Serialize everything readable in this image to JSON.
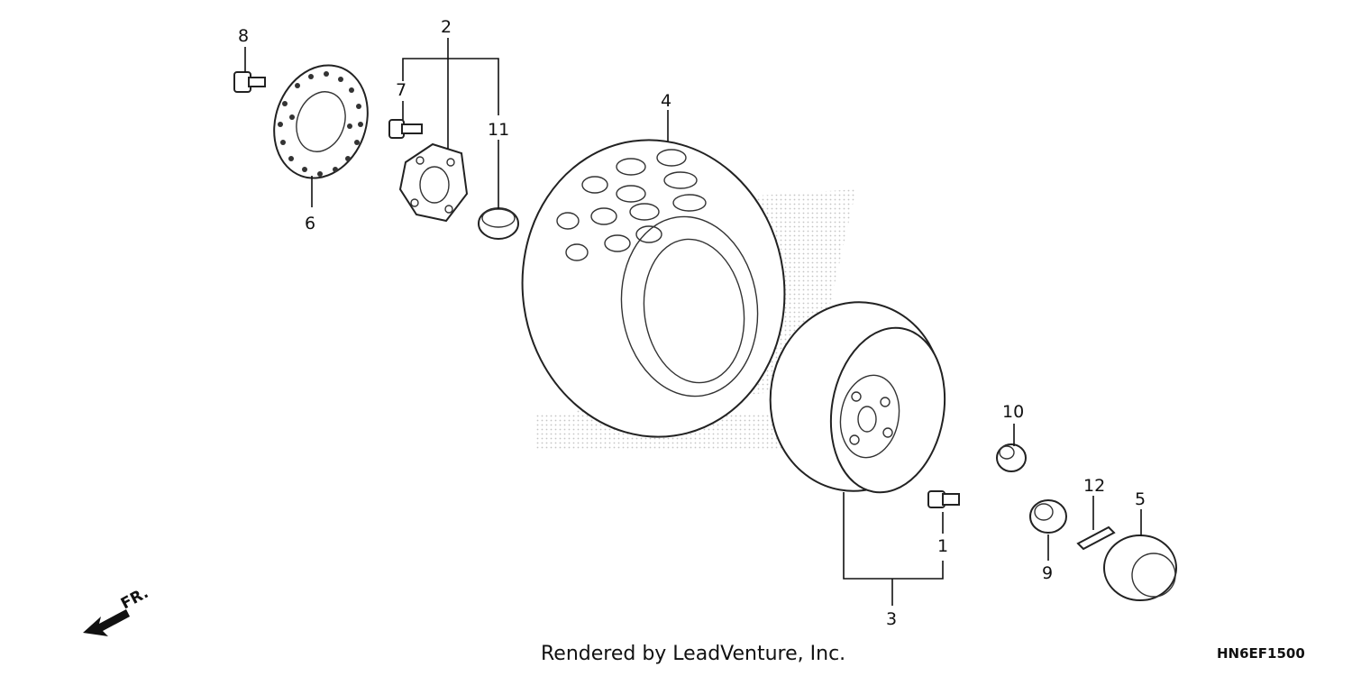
{
  "callouts": {
    "c1": "1",
    "c2": "2",
    "c3": "3",
    "c4": "4",
    "c5": "5",
    "c6": "6",
    "c7": "7",
    "c8": "8",
    "c9": "9",
    "c10": "10",
    "c11": "11",
    "c12": "12"
  },
  "direction_label": "FR.",
  "footer": {
    "credit": "Rendered by LeadVenture, Inc.",
    "code": "HN6EF1500"
  },
  "icons": [
    "front-direction-arrow-icon",
    "watermark-logo-icon"
  ]
}
